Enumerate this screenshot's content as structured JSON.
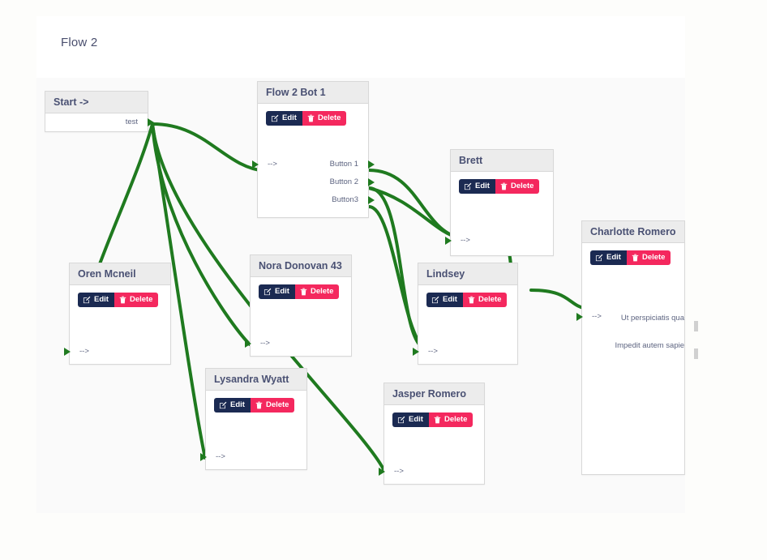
{
  "page": {
    "title": "Flow 2",
    "accent_green": "#1f7a1f",
    "edit_color": "#1b2a52",
    "delete_color": "#f4285e",
    "node_header_bg": "#ececec",
    "node_title_color": "#4a5173",
    "canvas_bg": "#fafafa"
  },
  "actions": {
    "edit_label": "Edit",
    "delete_label": "Delete",
    "edit_icon": "edit-pencil-square-icon",
    "delete_icon": "trash-icon"
  },
  "arrow_glyph": "-->",
  "nodes": [
    {
      "id": "start",
      "title": "Start ->",
      "has_actions": false,
      "inputs": [],
      "outputs": [
        {
          "label": "test"
        }
      ]
    },
    {
      "id": "flow2bot1",
      "title": "Flow 2 Bot 1",
      "has_actions": true,
      "inputs": [
        {
          "label": "-->"
        }
      ],
      "outputs": [
        {
          "label": "Button 1"
        },
        {
          "label": "Button 2"
        },
        {
          "label": "Button3"
        }
      ]
    },
    {
      "id": "oren",
      "title": "Oren Mcneil",
      "has_actions": true,
      "inputs": [
        {
          "label": "-->"
        }
      ],
      "outputs": []
    },
    {
      "id": "nora",
      "title": "Nora Donovan 43",
      "has_actions": true,
      "inputs": [
        {
          "label": "-->"
        }
      ],
      "outputs": []
    },
    {
      "id": "lysandra",
      "title": "Lysandra Wyatt",
      "has_actions": true,
      "inputs": [
        {
          "label": "-->"
        }
      ],
      "outputs": []
    },
    {
      "id": "brett",
      "title": "Brett",
      "has_actions": true,
      "inputs": [
        {
          "label": "-->"
        }
      ],
      "outputs": []
    },
    {
      "id": "lindsey",
      "title": "Lindsey",
      "has_actions": true,
      "inputs": [
        {
          "label": "-->"
        }
      ],
      "outputs": []
    },
    {
      "id": "jasper",
      "title": "Jasper Romero",
      "has_actions": true,
      "inputs": [
        {
          "label": "-->"
        }
      ],
      "outputs": []
    },
    {
      "id": "charlotte",
      "title": "Charlotte Romero",
      "has_actions": true,
      "inputs": [
        {
          "label": "-->"
        }
      ],
      "outputs": [
        {
          "label": "Ut perspiciatis qua"
        },
        {
          "label": "Impedit autem sapie"
        }
      ]
    }
  ]
}
